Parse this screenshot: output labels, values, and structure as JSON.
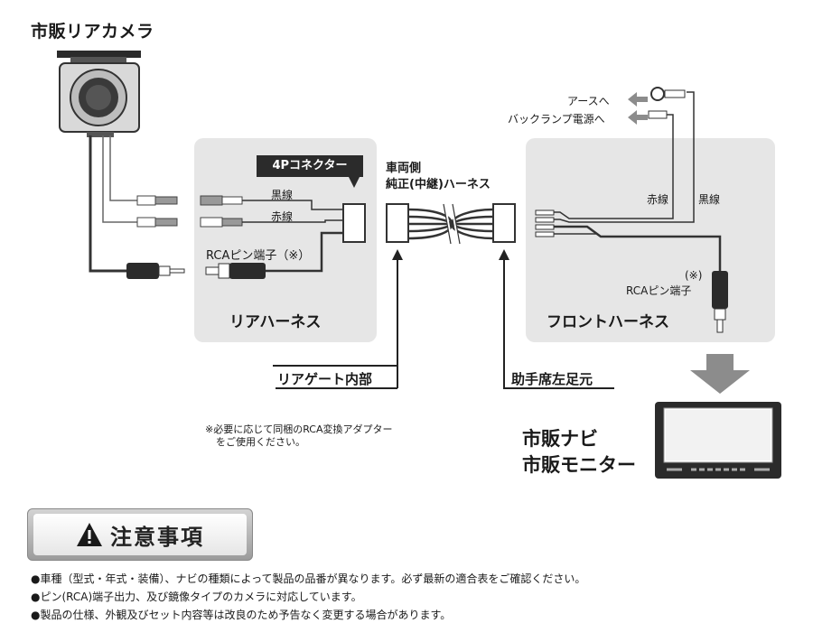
{
  "title": "市販リアカメラ",
  "connector_tag": "4Pコネクター",
  "rear_harness": {
    "black_wire": "黒線",
    "red_wire": "赤線",
    "rca_terminal": "RCAピン端子（※）",
    "name": "リアハーネス"
  },
  "vehicle_harness": {
    "line1": "車両側",
    "line2": "純正(中継)ハーネス"
  },
  "ground_labels": {
    "earth": "アースへ",
    "backlamp": "バックランプ電源へ"
  },
  "front_harness": {
    "red_wire": "赤線",
    "black_wire": "黒線",
    "rca_mark": "(※)",
    "rca_terminal": "RCAピン端子",
    "name": "フロントハーネス"
  },
  "locations": {
    "rear_gate": "リアゲート内部",
    "passenger_foot": "助手席左足元"
  },
  "note": {
    "line1": "※必要に応じて同梱のRCA変換アダプター",
    "line2": "をご使用ください。"
  },
  "navi": {
    "line1": "市販ナビ",
    "line2": "市販モニター"
  },
  "caution": {
    "title": "注意事項",
    "icon": "warning-triangle-icon"
  },
  "bullets": [
    "●車種（型式・年式・装備）、ナビの種類によって製品の品番が異なります。必ず最新の適合表をご確認ください。",
    "●ピン(RCA)端子出力、及び鏡像タイプのカメラに対応しています。",
    "●製品の仕様、外観及びセット内容等は改良のため予告なく変更する場合があります。"
  ],
  "colors": {
    "panel": "#e6e6e6",
    "dark": "#2b2b2b",
    "arrow_gray": "#8c8c8c",
    "wire": "#333333"
  }
}
